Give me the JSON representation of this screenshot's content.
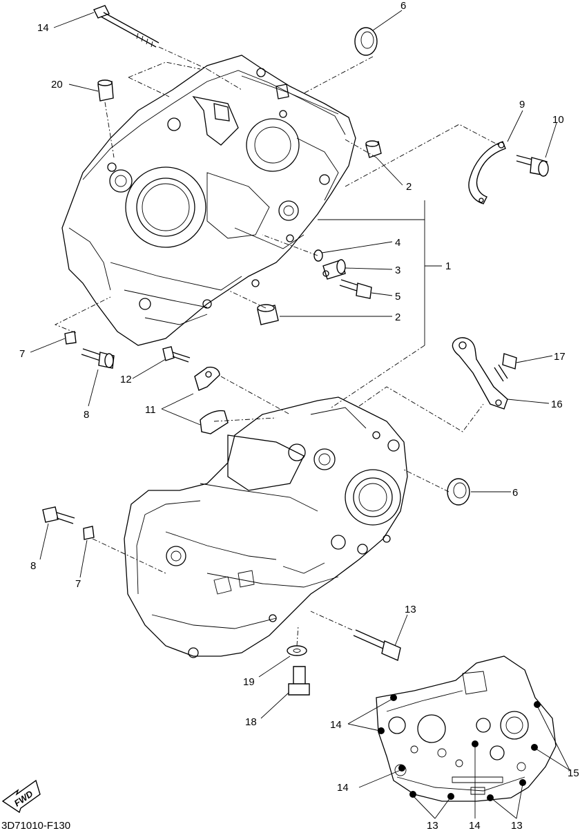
{
  "diagram_code": "3D71010-F130",
  "fwd_label": "FWD",
  "callouts": {
    "c1": "1",
    "c2a": "2",
    "c2b": "2",
    "c3": "3",
    "c4": "4",
    "c5": "5",
    "c6a": "6",
    "c6b": "6",
    "c7a": "7",
    "c7b": "7",
    "c8a": "8",
    "c8b": "8",
    "c9": "9",
    "c10": "10",
    "c11": "11",
    "c12": "12",
    "c13a": "13",
    "c14a": "14",
    "c16": "16",
    "c17": "17",
    "c18": "18",
    "c19": "19",
    "c20": "20"
  },
  "inset_callouts": {
    "i14a": "14",
    "i14b": "14",
    "i14c": "14",
    "i13a": "13",
    "i13b": "13",
    "i15": "15"
  }
}
